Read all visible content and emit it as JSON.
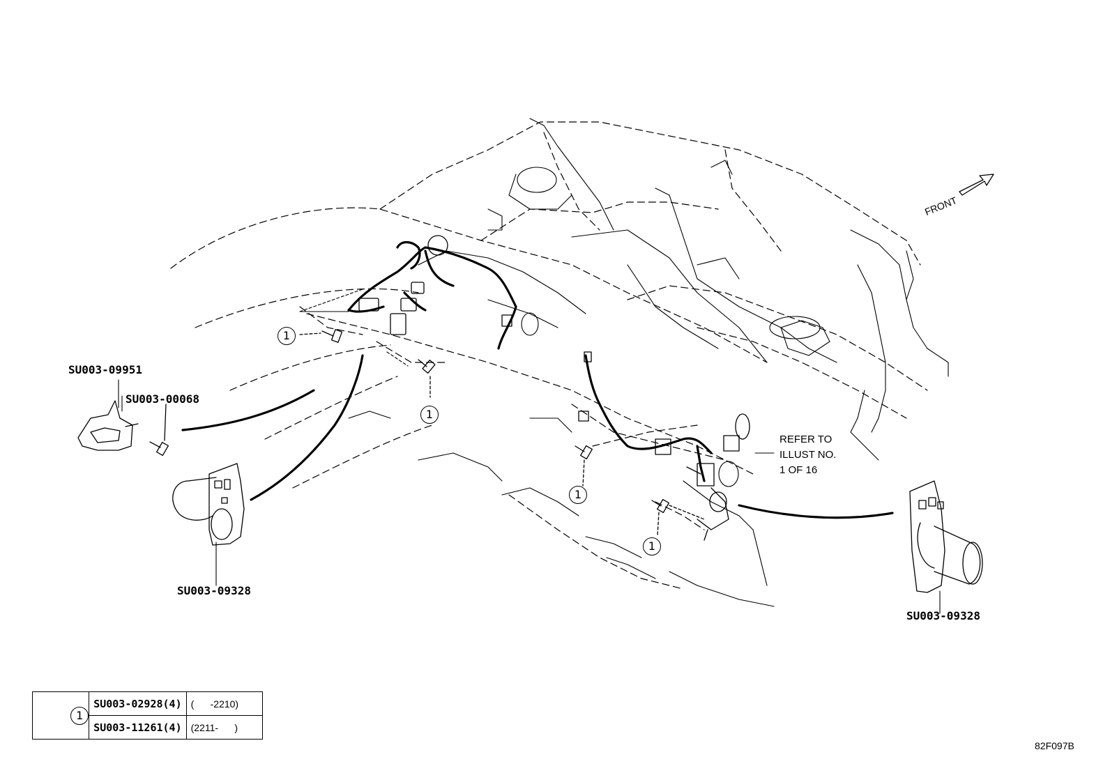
{
  "callouts": {
    "bracket": "SU003-09951",
    "bolt": "SU003-00068",
    "lamp_left": "SU003-09328",
    "lamp_right": "SU003-09328"
  },
  "circle_marker": "1",
  "reference_note": "REFER TO\nILLUST NO.\n1 OF 16",
  "front_label": "FRONT",
  "figure_code": "82F097B",
  "legend": {
    "key": "1",
    "rows": [
      {
        "part": "SU003-02928(4)",
        "range": "(      -2210)"
      },
      {
        "part": "SU003-11261(4)",
        "range": "(2211-      )"
      }
    ]
  },
  "colors": {
    "line": "#000000",
    "background": "#ffffff"
  }
}
